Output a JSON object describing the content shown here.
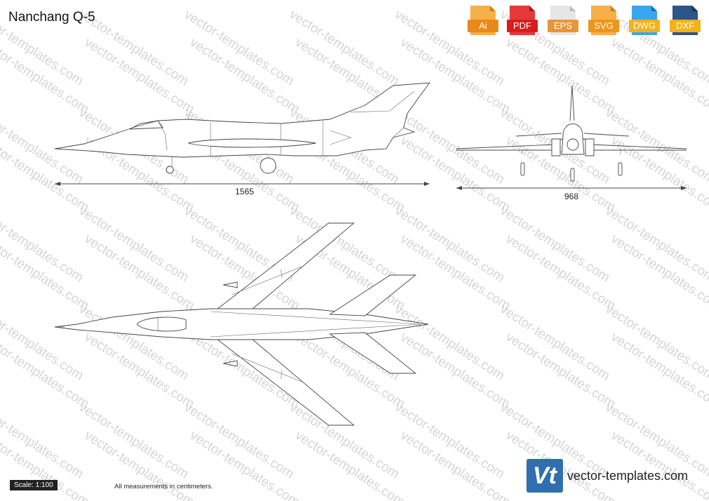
{
  "page": {
    "title": "Nanchang Q-5"
  },
  "formats": [
    {
      "label": "Ai",
      "color": "#f29a1a",
      "icon": "ai-file-icon"
    },
    {
      "label": "PDF",
      "color": "#e02424",
      "icon": "pdf-file-icon"
    },
    {
      "label": "EPS",
      "color": "#f0a13a",
      "icon": "eps-file-icon"
    },
    {
      "label": "SVG",
      "color": "#f39c1c",
      "icon": "svg-file-icon"
    },
    {
      "label": "DWG",
      "color": "#1e8fe0",
      "icon": "dwg-file-icon"
    },
    {
      "label": "DXF",
      "color": "#244a7a",
      "icon": "dxf-file-icon"
    }
  ],
  "dimensions": {
    "length": "1565",
    "span": "968"
  },
  "footer": {
    "scale": "Scale: 1:100",
    "note": "All measurements in centimeters.",
    "brand": "vector-templates.com",
    "brand_logo": "Vt"
  },
  "watermark": "vector-templates.com"
}
